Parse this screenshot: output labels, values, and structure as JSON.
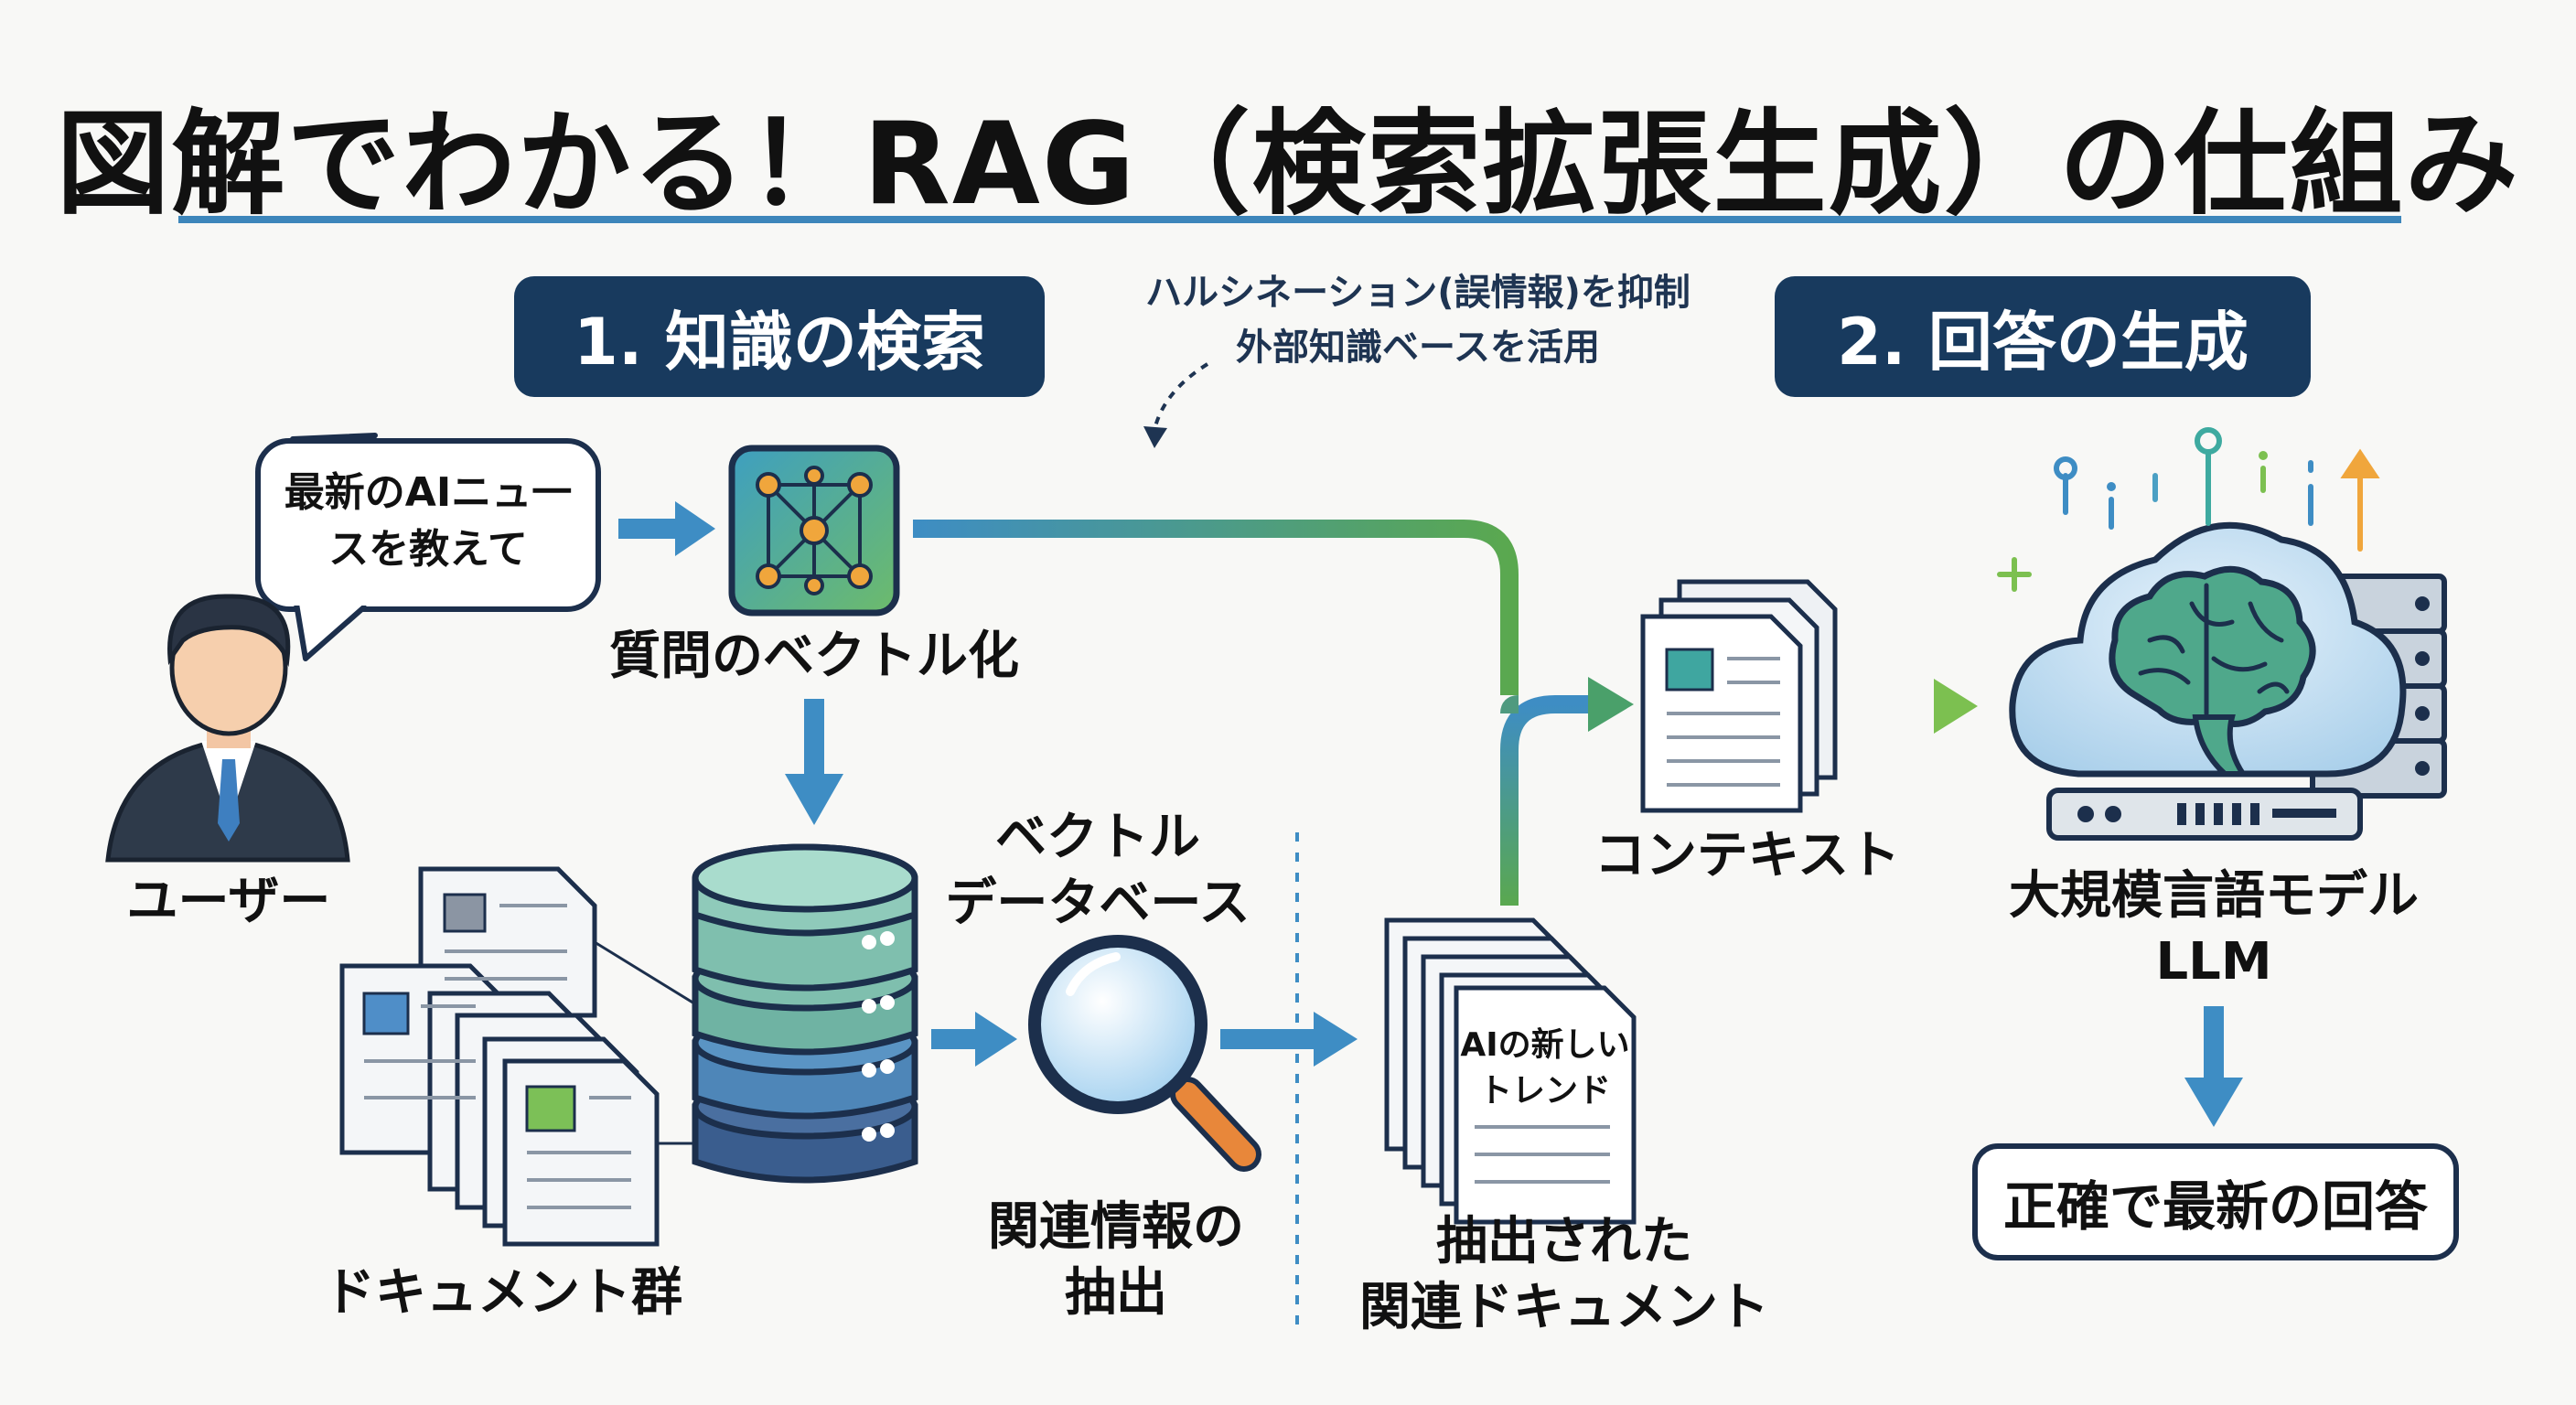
{
  "title": "図解でわかる！RAG（検索拡張生成）の仕組み",
  "steps": {
    "retrieval": "1. 知識の検索",
    "generation": "2. 回答の生成"
  },
  "note": {
    "line1": "ハルシネーション(誤情報)を抑制",
    "line2": "外部知識ベースを活用"
  },
  "user": {
    "label": "ユーザー",
    "query_line1": "最新のAIニュ一",
    "query_line2": "スを教えて"
  },
  "nodes": {
    "vectorize": "質問のベクトル化",
    "vector_db_line1": "ベクトル",
    "vector_db_line2": "データベース",
    "documents": "ドキュメント群",
    "extract_line1": "関連情報の",
    "extract_line2": "抽出",
    "extracted_line1": "抽出された",
    "extracted_line2": "関連ドキュメント",
    "extracted_doc_line1": "AIの新しい",
    "extracted_doc_line2": "トレンド",
    "context": "コンテキスト",
    "llm_line1": "大規模言語モデル",
    "llm_line2": "LLM",
    "answer": "正確で最新の回答"
  },
  "colors": {
    "title_rule": "#3d86bb",
    "step_badge": "#183a5e",
    "flow_blue": "#3e8dc4",
    "flow_green": "#5aa84f",
    "db_teal": "#7fbfae",
    "db_blue": "#4e86b8",
    "db_navy": "#3a5d8e",
    "magnifier_handle": "#e8873a"
  },
  "icons": [
    "user-avatar-icon",
    "network-icon",
    "database-icon",
    "document-icon",
    "magnifier-icon",
    "brain-icon",
    "cloud-icon",
    "server-icon"
  ]
}
